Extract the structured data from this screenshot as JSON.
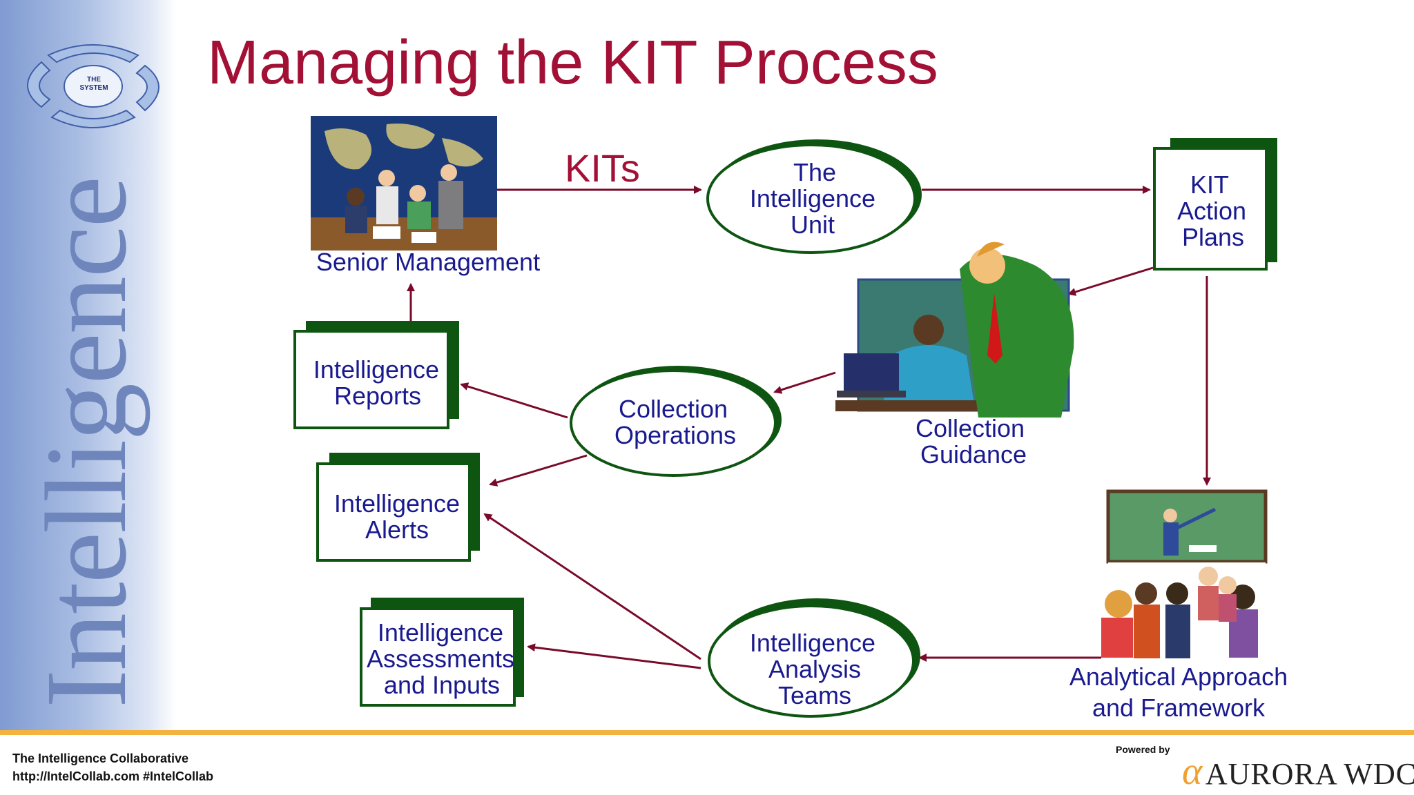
{
  "title": "Managing the KIT Process",
  "sidebar": {
    "vertical_word": "Intelligence",
    "cycle_label_line1": "THE",
    "cycle_label_line2": "SYSTEM"
  },
  "diagram": {
    "kits_label": "KITs",
    "senior_management": "Senior Management",
    "intelligence_unit": [
      "The",
      "Intelligence",
      "Unit"
    ],
    "kit_action_plans": [
      "KIT",
      "Action",
      "Plans"
    ],
    "collection_guidance": [
      "Collection",
      "Guidance"
    ],
    "collection_operations": [
      "Collection",
      "Operations"
    ],
    "intelligence_reports": [
      "Intelligence",
      "Reports"
    ],
    "intelligence_alerts": [
      "Intelligence",
      "Alerts"
    ],
    "intelligence_assessments": [
      "Intelligence",
      "Assessments",
      "and Inputs"
    ],
    "analysis_teams": [
      "Intelligence",
      "Analysis",
      "Teams"
    ],
    "analytical_approach": [
      "Analytical Approach",
      "and Framework"
    ]
  },
  "footer": {
    "org_name": "The Intelligence Collaborative",
    "url_line": "http://IntelCollab.com #IntelCollab",
    "powered_by": "Powered by",
    "logo_symbol": "α",
    "logo_text": "AURORA WDC"
  },
  "colors": {
    "title": "#a31035",
    "label": "#1a1a8f",
    "arrow": "#7a0a2a",
    "shadow": "#0d5510",
    "accent": "#f4b23e"
  }
}
